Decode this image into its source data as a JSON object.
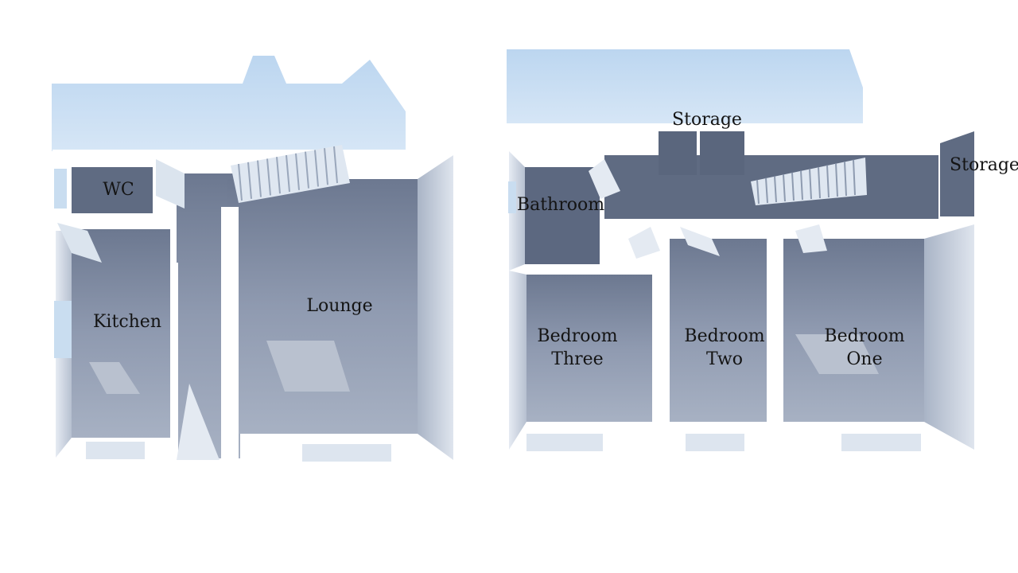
{
  "floors": {
    "ground": {
      "rooms": {
        "wc": "WC",
        "kitchen": "Kitchen",
        "lounge": "Lounge"
      }
    },
    "first": {
      "rooms": {
        "storage_top": "Storage",
        "storage_right": "Storage",
        "bathroom": "Bathroom",
        "bedroom_three": [
          "Bedroom",
          "Three"
        ],
        "bedroom_two": [
          "Bedroom",
          "Two"
        ],
        "bedroom_one": [
          "Bedroom",
          "One"
        ]
      }
    }
  },
  "colors": {
    "wall_top": "#ffffff",
    "wall_side": "#c9d2e0",
    "floor": "#9aa5b8",
    "floor_dark": "#6f7b92",
    "shadow": "#566179",
    "sky": "#c8dcf0",
    "light_patch": "#b9c1cf",
    "text": "#141414"
  }
}
